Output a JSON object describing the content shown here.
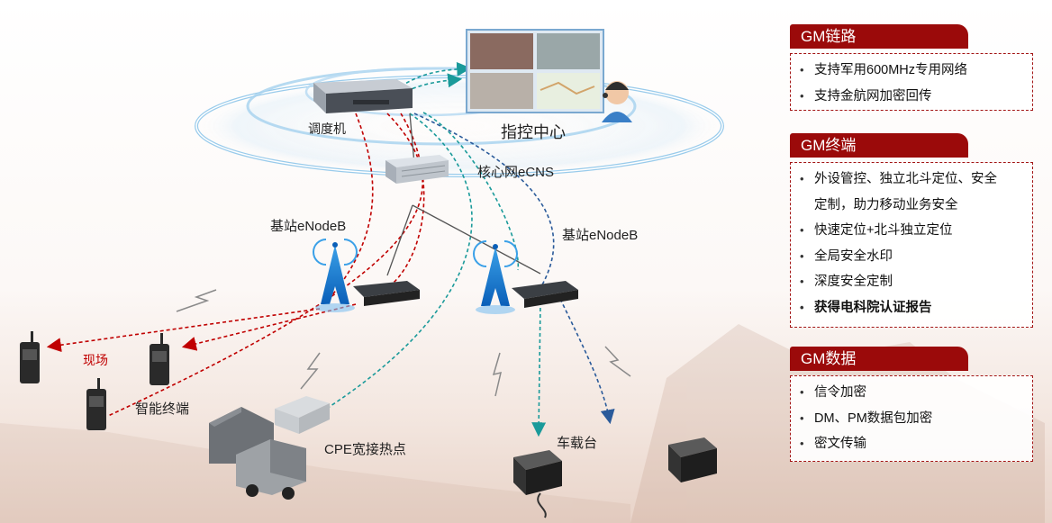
{
  "diagram": {
    "dispatcher_label": "调度机",
    "command_center_label": "指控中心",
    "core_network_label": "核心网eCNS",
    "base_station_left_label": "基站eNodeB",
    "base_station_right_label": "基站eNodeB",
    "field_label": "现场",
    "smart_terminal_label": "智能终端",
    "cpe_label": "CPE宽接热点",
    "vehicle_label": "车载台"
  },
  "panels": [
    {
      "title": "GM链路",
      "items": [
        {
          "text": "支持军用600MHz专用网络",
          "bold": false
        },
        {
          "text": "支持金航网加密回传",
          "bold": false
        }
      ]
    },
    {
      "title": "GM终端",
      "items": [
        {
          "text": "外设管控、独立北斗定位、安全",
          "bold": false
        },
        {
          "text": "定制，助力移动业务安全",
          "bold": false,
          "continuation": true
        },
        {
          "text": "快速定位+北斗独立定位",
          "bold": false
        },
        {
          "text": "全局安全水印",
          "bold": false
        },
        {
          "text": "深度安全定制",
          "bold": false
        },
        {
          "text": "获得电科院认证报告",
          "bold": true
        }
      ]
    },
    {
      "title": "GM数据",
      "items": [
        {
          "text": "信令加密",
          "bold": false
        },
        {
          "text": "DM、PM数据包加密",
          "bold": false
        },
        {
          "text": "密文传输",
          "bold": false
        }
      ]
    }
  ],
  "colors": {
    "brand_red": "#9b0a0a",
    "link_red": "#c00000",
    "link_teal": "#1a9a9a",
    "link_blue": "#2a5a9a",
    "ring_blue": "#8fc6ea"
  },
  "icons": [
    "server-icon",
    "monitor-wall-icon",
    "operator-headset-icon",
    "tower-icon",
    "radio-icon",
    "cpe-router-icon",
    "warehouse-icon",
    "truck-icon",
    "vehicle-radio-icon",
    "lightning-icon"
  ]
}
